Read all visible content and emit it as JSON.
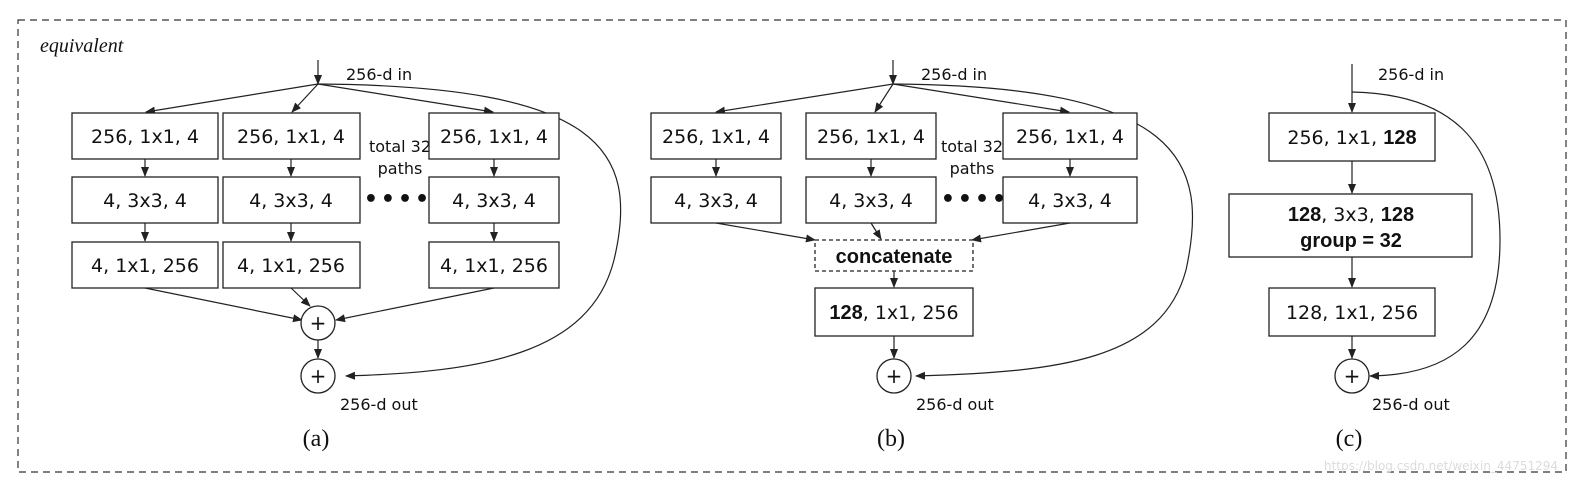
{
  "caption_equivalent": "equivalent",
  "panel_a": {
    "in_label": "256-d in",
    "out_label": "256-d out",
    "caption": "(a)",
    "paths_label_line1": "total 32",
    "paths_label_line2": "paths",
    "dots": "••••",
    "layer1": "256, 1x1, 4",
    "layer2": "4, 3x3, 4",
    "layer3": "4, 1x1, 256",
    "plus": "+"
  },
  "panel_b": {
    "in_label": "256-d in",
    "out_label": "256-d out",
    "caption": "(b)",
    "paths_label_line1": "total 32",
    "paths_label_line2": "paths",
    "dots": "••••",
    "layer1": "256, 1x1, 4",
    "layer2": "4, 3x3, 4",
    "concat": "concatenate",
    "final_bold": "128",
    "final_rest": ", 1x1, 256",
    "plus": "+"
  },
  "panel_c": {
    "in_label": "256-d in",
    "out_label": "256-d out",
    "caption": "(c)",
    "layer1_pre": "256, 1x1, ",
    "layer1_bold": "128",
    "layer2_bold1": "128",
    "layer2_mid": ", 3x3, ",
    "layer2_bold2": "128",
    "layer2_line2": "group = 32",
    "layer3": "128, 1x1, 256",
    "plus": "+"
  },
  "watermark": "https://blog.csdn.net/weixin_44751294"
}
